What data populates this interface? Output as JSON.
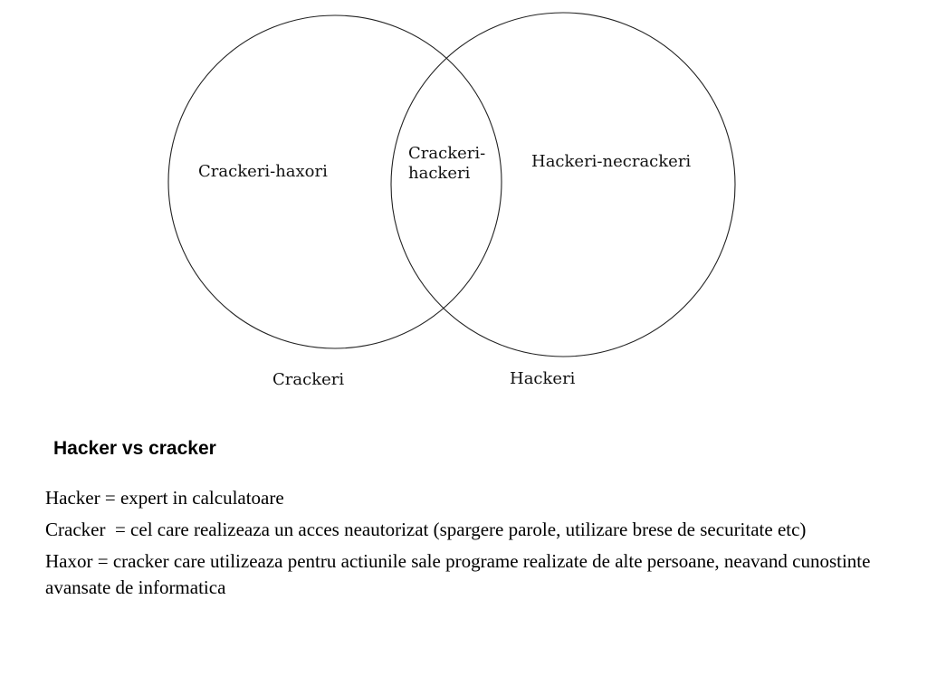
{
  "diagram": {
    "regions": {
      "left_only": "Crackeri-haxori",
      "intersection_line1": "Crackeri-",
      "intersection_line2": "hackeri",
      "right_only": "Hackeri-necrackeri"
    },
    "set_labels": {
      "left": "Crackeri",
      "right": "Hackeri"
    }
  },
  "section": {
    "title": "Hacker vs cracker",
    "definitions": [
      "Hacker = expert in calculatoare",
      "Cracker  = cel care realizeaza un acces neautorizat (spargere parole, utilizare brese de securitate etc)",
      "Haxor = cracker care utilizeaza pentru actiunile sale programe realizate de alte persoane, neavand cunostinte avansate de informatica"
    ]
  }
}
